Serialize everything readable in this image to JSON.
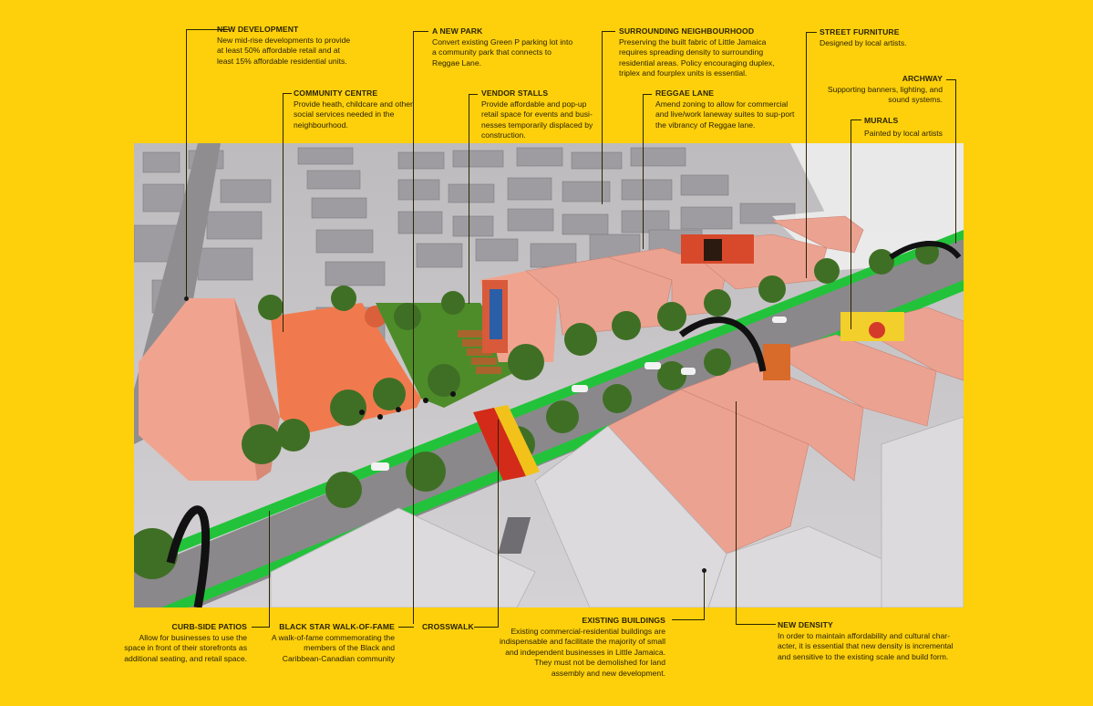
{
  "diagram": {
    "subject": "Little Jamaica streetscape proposal - aerial render with annotations",
    "background_color": "#FDD00B",
    "colors": {
      "new_development": "#F0A48F",
      "community_centre": "#F07A4E",
      "bike_lane": "#22C33A",
      "park": "#4E8C2A",
      "existing_buildings": "#D9D7DA"
    }
  },
  "annotations": {
    "new_development": {
      "title": "NEW DEVELOPMENT",
      "body": "New mid-rise developments to provide at least 50% affordable retail and at least 15% affordable residential units."
    },
    "community_centre": {
      "title": "COMMUNITY CENTRE",
      "body": "Provide heath, childcare and other social services needed in the neighbourhood."
    },
    "new_park": {
      "title": "A NEW PARK",
      "body": "Convert existing Green P parking lot into a community park that connects to Reggae Lane."
    },
    "vendor_stalls": {
      "title": "VENDOR STALLS",
      "body": "Provide affordable and pop-up retail space for events and busi-nesses temporarily displaced by construction."
    },
    "surrounding_neighbourhood": {
      "title": "SURROUNDING NEIGHBOURHOOD",
      "body": "Preserving the built fabric of Little Jamaica requires spreading density to surrounding residential areas. Policy encouraging duplex, triplex and fourplex units is essential."
    },
    "reggae_lane": {
      "title": "REGGAE LANE",
      "body": "Amend zoning to allow for commercial and live/work laneway suites to sup-port the vibrancy of Reggae lane."
    },
    "street_furniture": {
      "title": "STREET FURNITURE",
      "body": "Designed by local artists."
    },
    "archway": {
      "title": "ARCHWAY",
      "body": "Supporting banners, lighting, and sound systems."
    },
    "murals": {
      "title": "MURALS",
      "body": "Painted by local artists"
    },
    "curb_side_patios": {
      "title": "CURB-SIDE PATIOS",
      "body": "Allow for businesses to use the space in front of their storefronts as additional seating, and retail space."
    },
    "black_star_walk": {
      "title": "BLACK STAR WALK-OF-FAME",
      "body": "A walk-of-fame commemorating the members of the Black and Caribbean-Canadian community"
    },
    "crosswalk": {
      "title": "CROSSWALK",
      "body": ""
    },
    "existing_buildings": {
      "title": "EXISTING BUILDINGS",
      "body": "Existing commercial-residential buildings are indispensable and facilitate the majority of small and independent businesses in Little Jamaica. They must not be demolished for land assembly and new development."
    },
    "new_density": {
      "title": "NEW DENSITY",
      "body": "In order to maintain affordability and cultural char-acter, it is essential that new density is incremental and sensitive to the existing scale and build form."
    }
  }
}
